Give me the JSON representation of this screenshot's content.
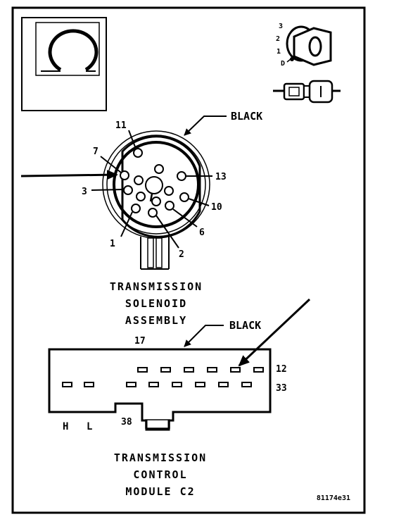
{
  "solenoid": {
    "color_label": "BLACK",
    "title_lines": [
      "TRANSMISSION",
      "SOLENOID",
      "ASSEMBLY"
    ],
    "pins": {
      "p11": "11",
      "p7": "7",
      "p13": "13",
      "p3": "3",
      "p10": "10",
      "p6": "6",
      "p1": "1",
      "p2": "2"
    }
  },
  "tcm": {
    "color_label": "BLACK",
    "title_lines": [
      "TRANSMISSION",
      "CONTROL",
      "MODULE C2"
    ],
    "pins": {
      "p17": "17",
      "p12": "12",
      "p33": "33",
      "p38": "38",
      "h": "H",
      "l": "L"
    }
  },
  "key_icon": {
    "positions": [
      "3",
      "2",
      "1",
      "D"
    ]
  },
  "figure_id": "81174e31"
}
